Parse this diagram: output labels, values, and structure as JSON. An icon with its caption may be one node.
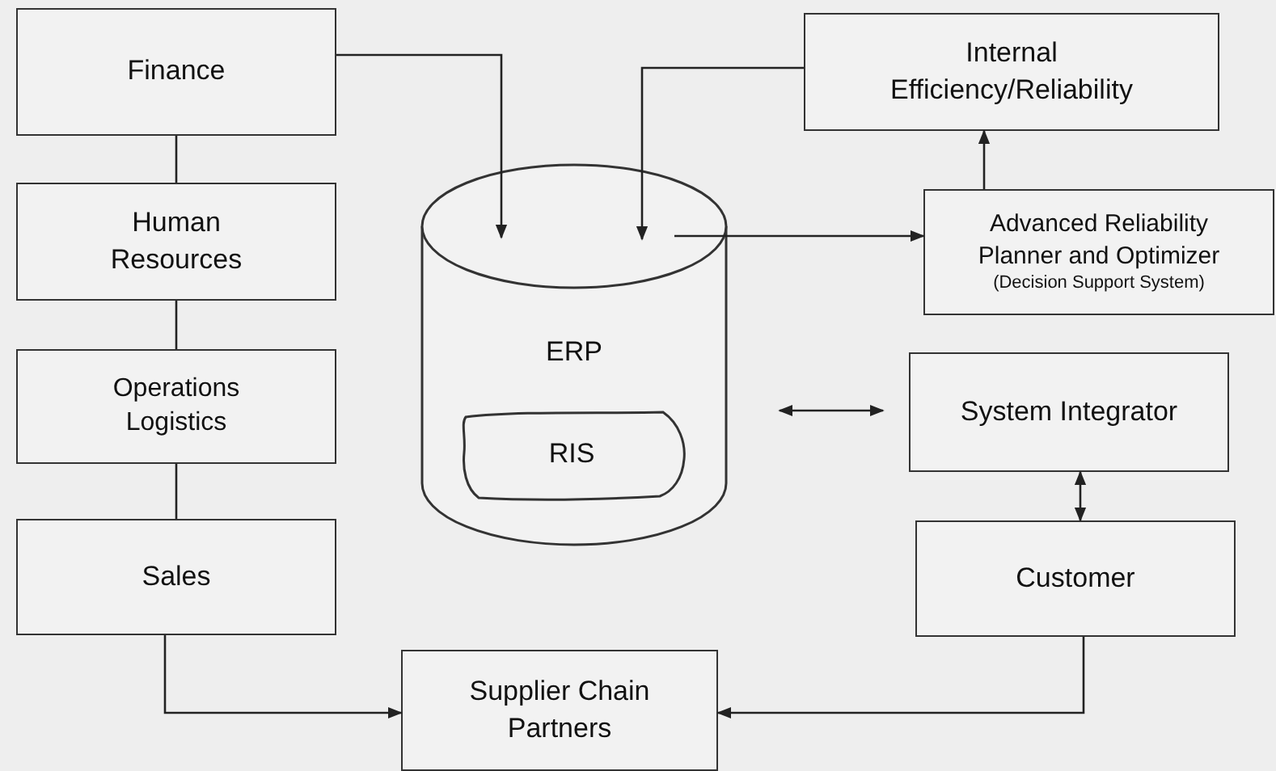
{
  "diagram": {
    "nodes": [
      {
        "text": [
          "Finance"
        ]
      },
      {
        "text": [
          "Human Resources"
        ]
      },
      {
        "text": [
          "Operations Logistics"
        ]
      },
      {
        "text": [
          "Sales"
        ]
      },
      {
        "text": [
          "ERP"
        ]
      },
      {
        "text": [
          "RIS"
        ],
        "in": 4
      },
      {
        "text": [
          "Internal Efficiency/Reliability"
        ]
      },
      {
        "text": [
          "Advanced Reliability Planner and Optimizer",
          "(Decision Support System)"
        ]
      },
      {
        "text": [
          "System Integrator"
        ]
      },
      {
        "text": [
          "Customer"
        ]
      },
      {
        "text": [
          "Supplier Chain Partners"
        ]
      }
    ],
    "edges": [
      {
        "from": 0,
        "to": 1,
        "arrow": "none"
      },
      {
        "from": 1,
        "to": 2,
        "arrow": "none"
      },
      {
        "from": 2,
        "to": 3,
        "arrow": "none"
      },
      {
        "from": 0,
        "to": 4,
        "arrow": "to"
      },
      {
        "from": 6,
        "to": 4,
        "arrow": "to"
      },
      {
        "from": 4,
        "to": 7,
        "arrow": "to"
      },
      {
        "from": 7,
        "to": 6,
        "arrow": "to"
      },
      {
        "from": 4,
        "to": 8,
        "arrow": "both"
      },
      {
        "from": 8,
        "to": 9,
        "arrow": "both"
      },
      {
        "from": 3,
        "to": 10,
        "arrow": "to"
      },
      {
        "from": 9,
        "to": 10,
        "arrow": "to"
      }
    ]
  }
}
